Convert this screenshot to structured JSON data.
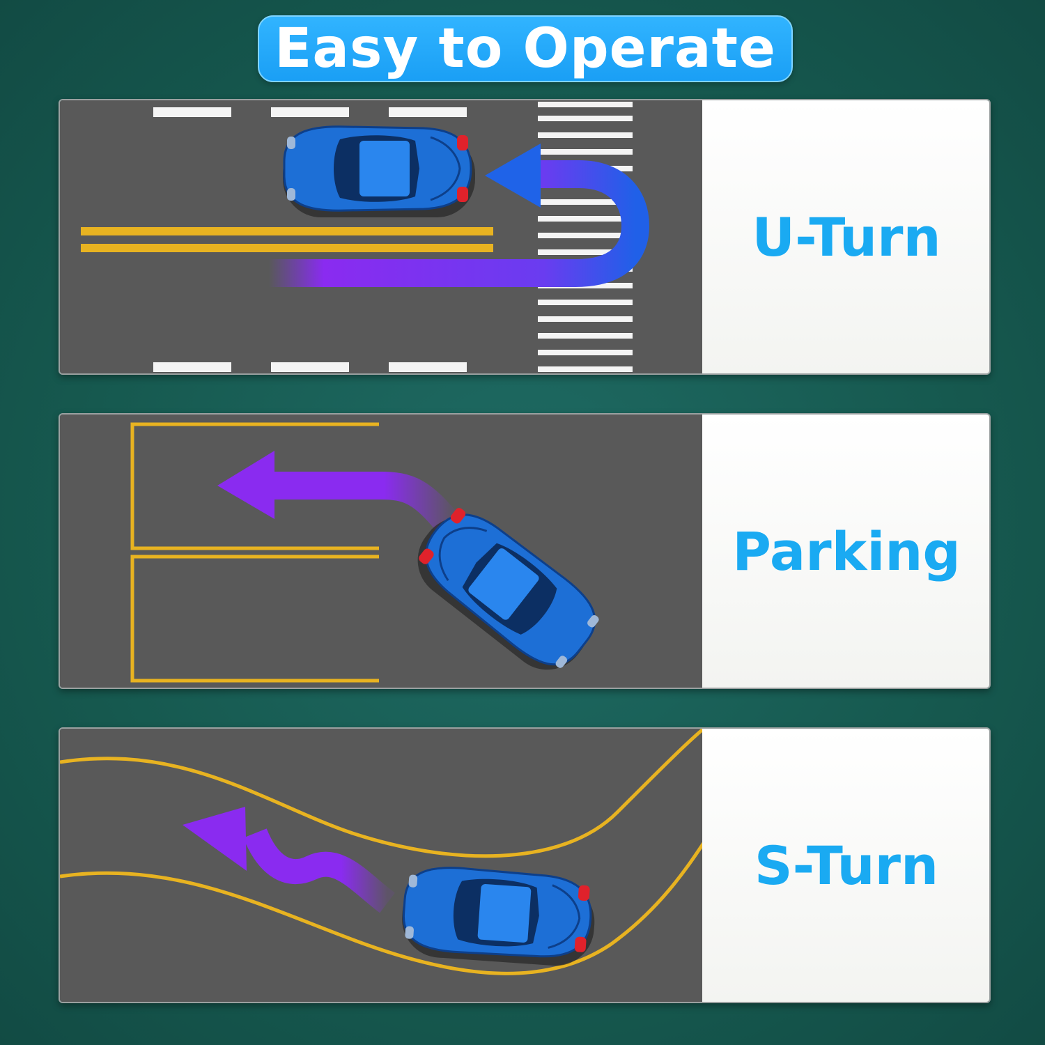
{
  "title": "Easy to Operate",
  "colors": {
    "road": "#595959",
    "lane_yellow": "#e8b321",
    "marking_white": "#f4f4f4",
    "arrow_purple": "#8a2bf0",
    "arrow_blue": "#1f63e8",
    "car_blue": "#1d6fd6",
    "label_blue": "#1aaaf2",
    "title_pill": "#1fa6f7"
  },
  "panels": [
    {
      "label": "U-Turn",
      "icon": "u-turn-arrow-icon"
    },
    {
      "label": "Parking",
      "icon": "parking-arrow-icon"
    },
    {
      "label": "S-Turn",
      "icon": "s-turn-arrow-icon"
    }
  ]
}
